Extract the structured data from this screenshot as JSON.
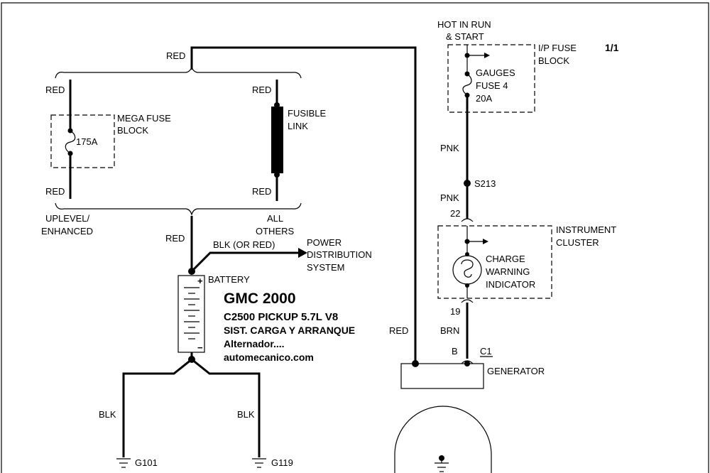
{
  "page": "1/1",
  "title": "GMC 2000",
  "subtitle_lines": [
    "C2500 PICKUP  5.7L  V8",
    "SIST. CARGA Y ARRANQUE",
    "Alternador....",
    "automecanico.com"
  ],
  "wires": {
    "red_top": "RED",
    "red_left_top": "RED",
    "red_left_bottom": "RED",
    "red_right_top": "RED",
    "red_right_bottom": "RED",
    "red_battery": "RED",
    "red_generator": "RED",
    "blk_power": "BLK (OR RED)",
    "blk_left": "BLK",
    "blk_right": "BLK",
    "pnk_top": "PNK",
    "pnk_bottom": "PNK",
    "brn": "BRN"
  },
  "components": {
    "mega_fuse_block": [
      "MEGA FUSE",
      "BLOCK"
    ],
    "mega_fuse_rating": "175A",
    "fusible_link": [
      "FUSIBLE",
      "LINK"
    ],
    "uplevel": [
      "UPLEVEL/",
      "ENHANCED"
    ],
    "all_others": [
      "ALL",
      "OTHERS"
    ],
    "power_distribution": [
      "POWER",
      "DISTRIBUTION",
      "SYSTEM"
    ],
    "battery": "BATTERY",
    "battery_plus": "+",
    "battery_minus": "−",
    "hot_in_run": [
      "HOT IN RUN",
      "& START"
    ],
    "ip_fuse_block": [
      "I/P FUSE",
      "BLOCK"
    ],
    "gauges_fuse": [
      "GAUGES",
      "FUSE 4",
      "20A"
    ],
    "splice": "S213",
    "pin_22": "22",
    "pin_19": "19",
    "instrument_cluster": [
      "INSTRUMENT",
      "CLUSTER"
    ],
    "charge_warning": [
      "CHARGE",
      "WARNING",
      "INDICATOR"
    ],
    "terminal_b": "B",
    "connector_c1": "C1",
    "generator": "GENERATOR",
    "ground_g101": "G101",
    "ground_g119": "G119"
  }
}
